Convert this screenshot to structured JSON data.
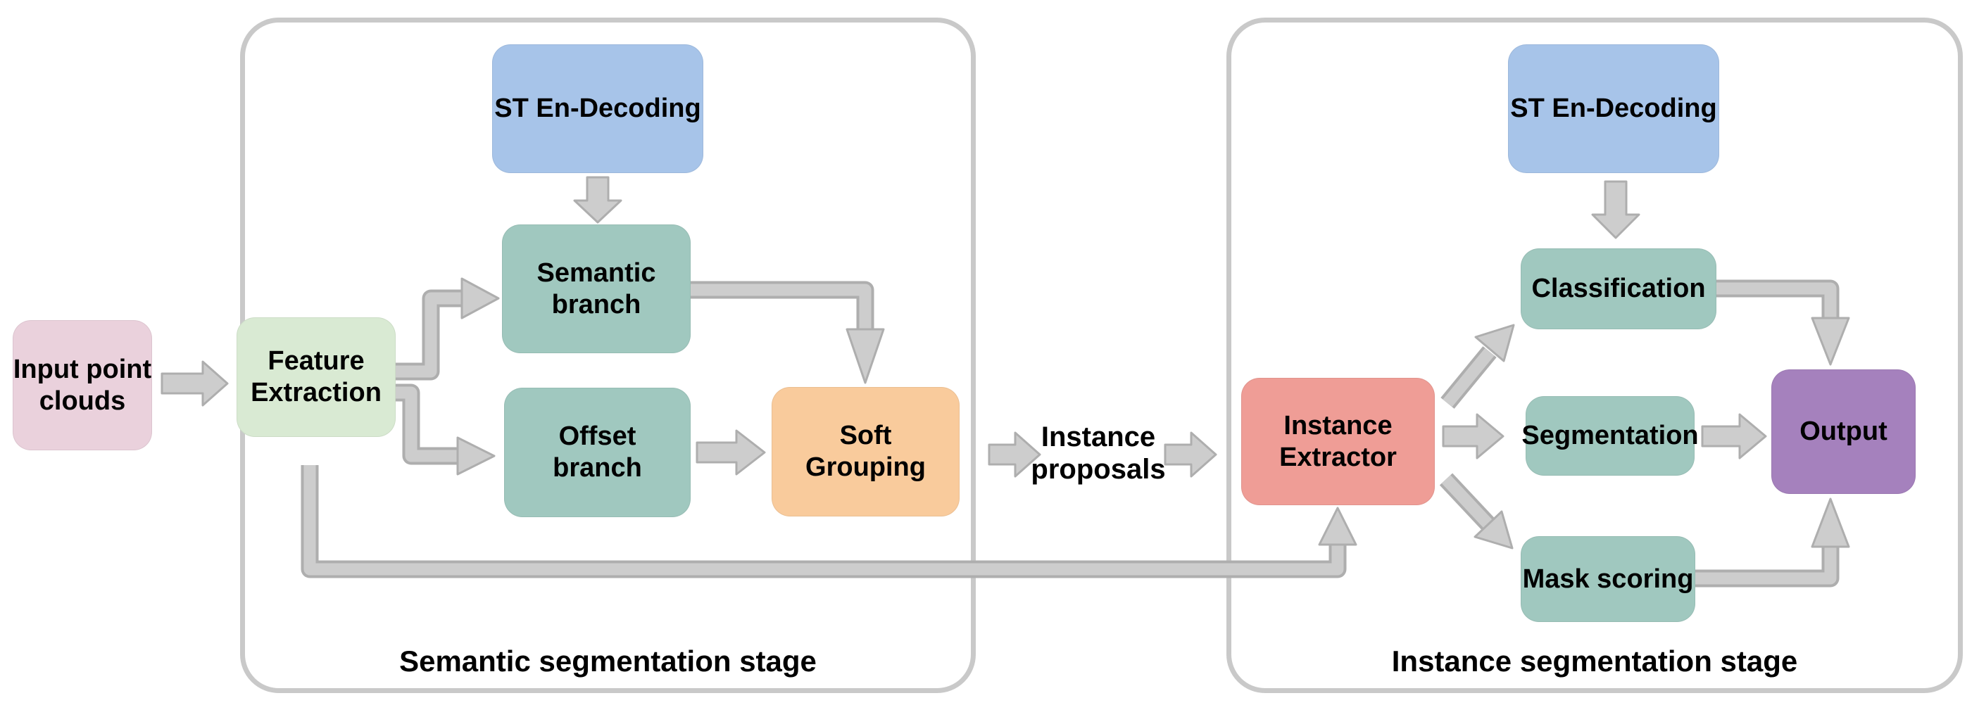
{
  "diagram": {
    "stage1_label": "Semantic segmentation stage",
    "stage2_label": "Instance segmentation stage",
    "connector_label": "Instance proposals",
    "nodes": {
      "input": "Input point clouds",
      "feature_extraction": "Feature Extraction",
      "st_en_decoding_1": "ST En-Decoding",
      "semantic_branch": "Semantic branch",
      "offset_branch": "Offset branch",
      "soft_grouping": "Soft Grouping",
      "instance_extractor": "Instance Extractor",
      "st_en_decoding_2": "ST En-Decoding",
      "classification": "Classification",
      "segmentation": "Segmentation",
      "mask_scoring": "Mask scoring",
      "output": "Output"
    },
    "colors": {
      "input": "#ead1dc",
      "feature_extraction": "#d9ead3",
      "st_en_decoding": "#a7c4e9",
      "branch_teal": "#a0c8bf",
      "soft_grouping": "#f9cb9c",
      "instance_extractor": "#ef9d96",
      "output": "#a581bd",
      "arrow_fill": "#cdcdcd",
      "arrow_stroke": "#aeaeae",
      "container_border": "#c9c9c9",
      "text": "#000000"
    }
  }
}
